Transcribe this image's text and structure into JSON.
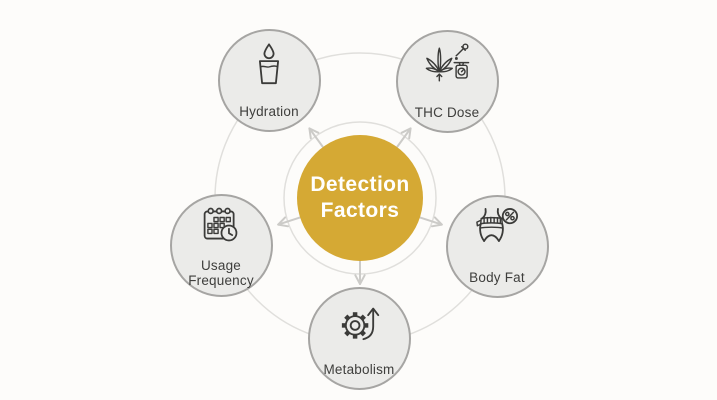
{
  "center": {
    "title": "Detection Factors",
    "title_line1": "Detection",
    "title_line2": "Factors"
  },
  "factors": [
    {
      "id": "hydration",
      "label": "Hydration",
      "icon": "water-glass-icon"
    },
    {
      "id": "thc-dose",
      "label": "THC Dose",
      "icon": "cannabis-dropper-scale-icon"
    },
    {
      "id": "body-fat",
      "label": "Body Fat",
      "icon": "waist-tape-percent-icon"
    },
    {
      "id": "metabolism",
      "label": "Metabolism",
      "icon": "gear-up-arrow-icon"
    },
    {
      "id": "usage-frequency",
      "label": "Usage Frequency",
      "icon": "calendar-clock-icon"
    }
  ],
  "colors": {
    "accent": "#D5A934",
    "circle-fill": "#EBEBE9",
    "circle-border": "#A6A5A3",
    "ring-line": "#E0DFDC",
    "arrow-line": "#CCCBC8",
    "icon-stroke": "#3B3B39",
    "text": "#3E3E3C",
    "background": "#FDFCFA"
  }
}
